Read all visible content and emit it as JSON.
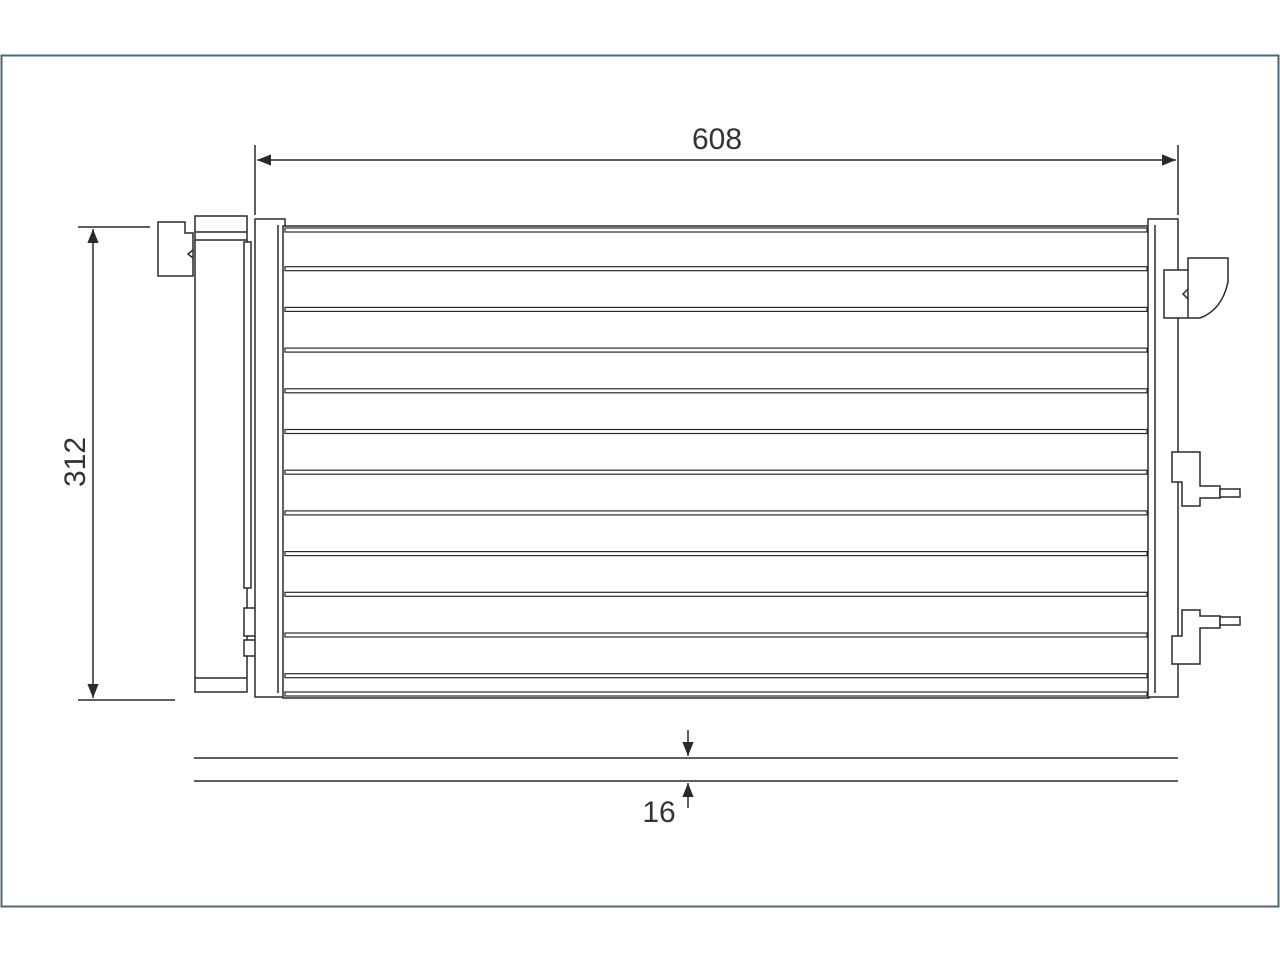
{
  "drawing": {
    "dimensions": {
      "width": "608",
      "height": "312",
      "thickness": "16"
    },
    "colors": {
      "frame": "#4a6a78",
      "line": "#2a2a2a",
      "background": "#ffffff"
    },
    "tube_count": 12
  }
}
